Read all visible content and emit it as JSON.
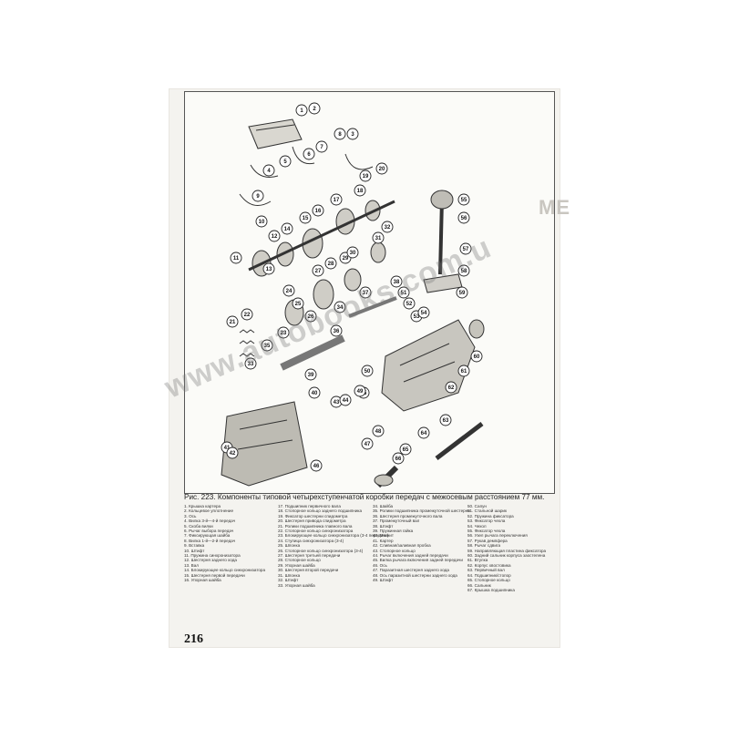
{
  "figure": {
    "caption": "Рис. 223. Компоненты типовой четырехступенчатой коробки передач с межосевым расстоянием 77 мм.",
    "side_fragment": "МЕ"
  },
  "callouts": [
    "1",
    "2",
    "3",
    "4",
    "5",
    "6",
    "7",
    "8",
    "9",
    "10",
    "11",
    "12",
    "13",
    "14",
    "15",
    "16",
    "17",
    "18",
    "19",
    "20",
    "21",
    "22",
    "23",
    "24",
    "25",
    "26",
    "27",
    "28",
    "29",
    "30",
    "31",
    "32",
    "33",
    "34",
    "35",
    "36",
    "37",
    "38",
    "39",
    "40",
    "41",
    "42",
    "43",
    "44",
    "45",
    "46",
    "47",
    "48",
    "49",
    "50",
    "51",
    "52",
    "53",
    "54",
    "55",
    "56",
    "57",
    "58",
    "59",
    "60",
    "61",
    "62",
    "63",
    "64",
    "65",
    "66"
  ],
  "legend": {
    "col1": [
      "1. Крышка картера",
      "2. Кольцевое уплотнение",
      "3. Ось",
      "4. Вилка 3-й—4-й передач",
      "5. Скоба вилки",
      "6. Рычаг выбора передач",
      "7. Фиксирующая шайба",
      "8. Вилка 1-й—2-й передач",
      "9. Вставка",
      "10. Штифт",
      "11. Пружина синхронизатора",
      "12. Шестерня заднего хода",
      "13. Вал",
      "14. Блокирующее кольцо синхронизатора",
      "15. Шестерня первой передачи",
      "16. Упорная шайба"
    ],
    "col2": [
      "17. Подшипник первичного вала",
      "18. Стопорное кольцо заднего подшипника",
      "19. Фиксатор шестерни спидометра",
      "20. Шестерня привода спидометра",
      "21. Ролики подшипника главного вала",
      "22. Стопорное кольцо синхронизатора",
      "23. Блокирующее кольцо синхронизатора (3-4 передачи)",
      "24. Ступица синхронизатора (3-4)",
      "25. Шпонка",
      "26. Стопорное кольцо синхронизатора (3-4)",
      "27. Шестерня третьей передачи",
      "28. Стопорное кольцо",
      "29. Упорная шайба",
      "30. Шестерня второй передачи",
      "31. Шпонка",
      "32. Штифт",
      "33. Упорная шайба"
    ],
    "col3": [
      "34. Шайба",
      "35. Ролики подшипника промежуточной шестерни",
      "36. Шестерня промежуточного вала",
      "37. Промежуточный вал",
      "38. Штифт",
      "39. Пружинная гайка",
      "40. Магнит",
      "41. Картер",
      "42. Сливная/заливная пробка",
      "43. Стопорное кольцо",
      "44. Рычаг включения задней передачи",
      "45. Вилка рычага включения задней передачи",
      "46. Ось",
      "47. Паразитная шестерня заднего хода",
      "48. Ось паразитной шестерни заднего хода",
      "49. Штифт"
    ],
    "col4": [
      "50. Сапун",
      "51. Стальной шарик",
      "52. Пружина фиксатора",
      "53. Фиксатор чехла",
      "54. Чехол",
      "55. Фиксатор чехла",
      "56. Узел рычага переключения",
      "57. Рукав демпфера",
      "58. Рычаг сдвига",
      "59. Направляющая пластина фиксатора",
      "60. Задний сальник корпуса заостелена",
      "61. Втулка",
      "62. Корпус хвостовика",
      "63. Первичный вал",
      "64. Подшипник/стопор",
      "65. Стопорное кольцо",
      "66. Сальник",
      "67. Крышка подшипника"
    ]
  },
  "page_number": "216",
  "watermark": "www.autobooks.com.u"
}
